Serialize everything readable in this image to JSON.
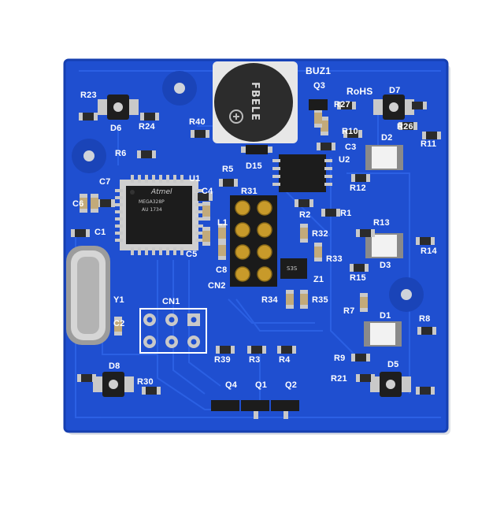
{
  "board": {
    "colors": {
      "pcb": "#1f4fd0",
      "pcb_dark": "#163fb0",
      "trace": "#2a5ee0",
      "silk": "#ffffff",
      "pad": "#c9c9c9",
      "gold": "#c89a2a",
      "chip": "#1c1c1c",
      "crystal": "#b9b9b9",
      "buzzer": "#2c2c2c"
    },
    "labels": {
      "buz1": "BUZ1",
      "q3": "Q3",
      "rohs": "RoHS",
      "d7": "D7",
      "r23": "R23",
      "d6": "D6",
      "r24": "R24",
      "r40": "R40",
      "r27": "R27",
      "r26": "R26",
      "r10": "R10",
      "r11": "R11",
      "d2": "D2",
      "c3": "C3",
      "u2": "U2",
      "r6": "R6",
      "d15": "D15",
      "u1": "U1",
      "r5": "R5",
      "c7": "C7",
      "c4": "C4",
      "r31": "R31",
      "r12": "R12",
      "c6": "C6",
      "r2": "R2",
      "r1": "R1",
      "l1": "L1",
      "c1": "C1",
      "r13": "R13",
      "r32": "R32",
      "r14": "R14",
      "c5": "C5",
      "c8": "C8",
      "r33": "R33",
      "d3": "D3",
      "cn2": "CN2",
      "z1": "Z1",
      "r15": "R15",
      "y1": "Y1",
      "r34": "R34",
      "r35": "R35",
      "cn1": "CN1",
      "r7": "R7",
      "d1": "D1",
      "r8": "R8",
      "c2": "C2",
      "r39": "R39",
      "r3": "R3",
      "r4": "R4",
      "r9": "R9",
      "d8": "D8",
      "d5": "D5",
      "r30": "R30",
      "r21": "R21",
      "q4": "Q4",
      "q1": "Q1",
      "q2": "Q2"
    },
    "chip_text": {
      "mcu_brand": "Atmel",
      "mcu_part": "MEGA328P",
      "mcu_code": "AU 1734",
      "buzzer_brand": "FBELE",
      "z1_part": "S3S"
    }
  }
}
